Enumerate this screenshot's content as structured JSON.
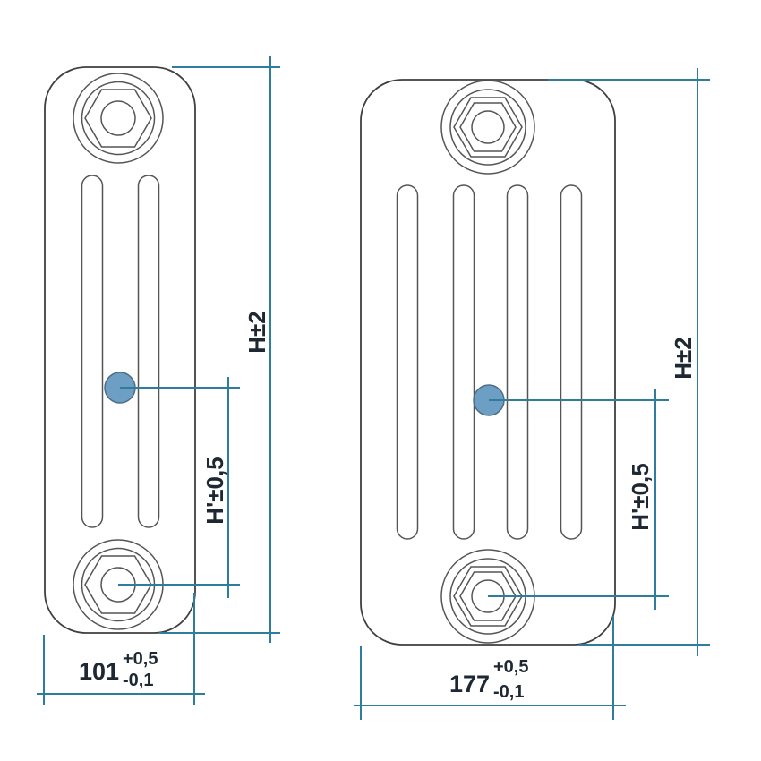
{
  "colors": {
    "dimension_blue": "#2e7d9f",
    "outline_dark": "#3f3f3f",
    "detail_gray": "#555555",
    "label_navy": "#1d2833",
    "dot_fill": "#6d9ec4",
    "dot_stroke": "#4c6d85",
    "background": "#ffffff"
  },
  "left_radiator": {
    "height_dimension_label": "H±2",
    "center_height_dimension_label": "H'±0,5",
    "width_value": "101",
    "width_tolerance_plus": "+0,5",
    "width_tolerance_minus": "-0,1"
  },
  "right_radiator": {
    "height_dimension_label": "H±2",
    "center_height_dimension_label": "H'±0,5",
    "width_value": "177",
    "width_tolerance_plus": "+0,5",
    "width_tolerance_minus": "-0,1"
  }
}
